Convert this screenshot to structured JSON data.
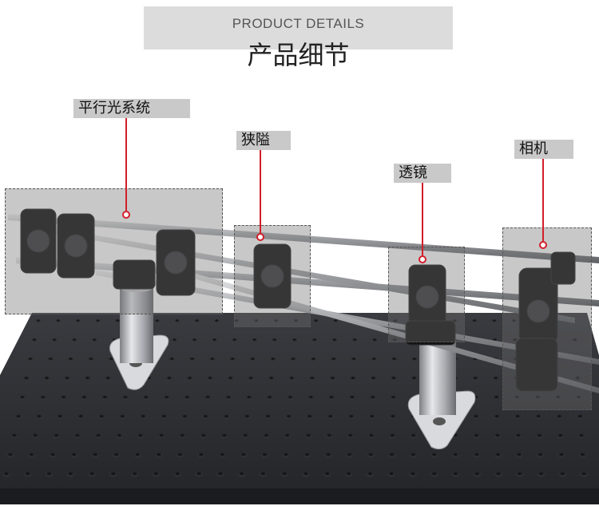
{
  "header": {
    "subtitle_en": "PRODUCT DETAILS",
    "title_zh": "产品细节"
  },
  "callouts": [
    {
      "id": "parallel-light-system",
      "label": "平行光系统"
    },
    {
      "id": "slit",
      "label": "狭隘"
    },
    {
      "id": "lens",
      "label": "透镜"
    },
    {
      "id": "camera",
      "label": "相机"
    }
  ],
  "colors": {
    "leader_line": "#d21f2b",
    "label_bg": "#c9c9c9",
    "header_bg": "#dcdcdc",
    "breadboard": "#2e2f33",
    "highlight_box": "rgba(110,110,110,0.38)"
  }
}
